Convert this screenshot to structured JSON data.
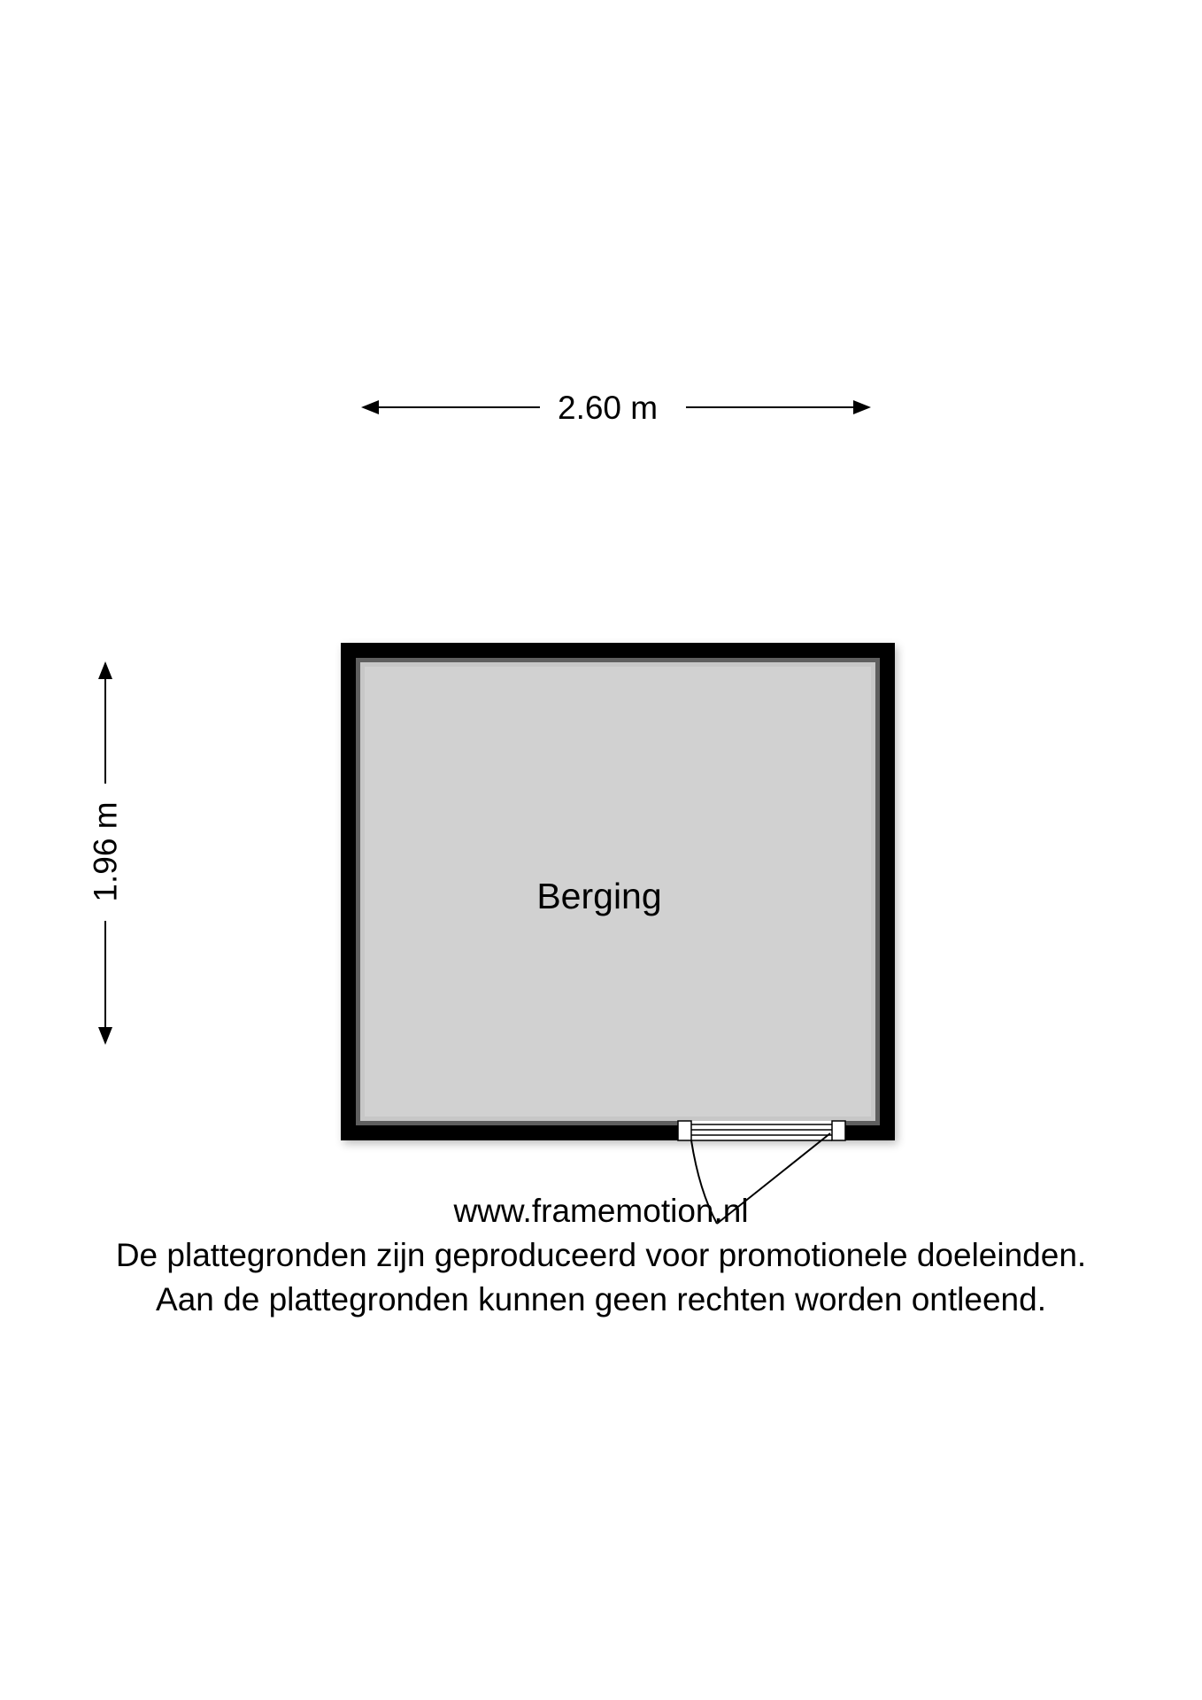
{
  "dimensions": {
    "width_label": "2.60 m",
    "height_label": "1.96 m"
  },
  "room": {
    "name": "Berging"
  },
  "colors": {
    "wall": "#000000",
    "floor": "#d1d1d1"
  },
  "footer": {
    "website": "www.framemotion.nl",
    "line1": "De plattegronden zijn geproduceerd voor promotionele doeleinden.",
    "line2": "Aan de plattegronden kunnen geen rechten worden ontleend."
  }
}
